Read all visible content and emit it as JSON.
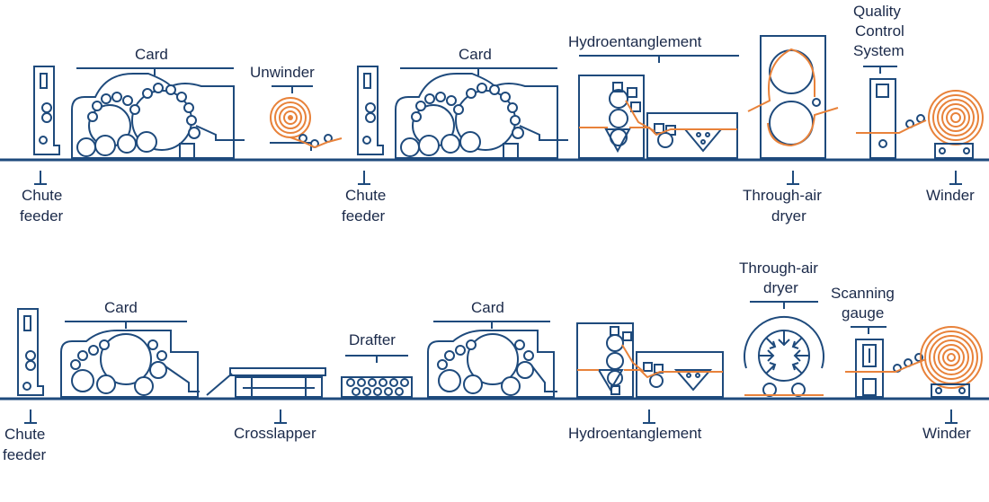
{
  "colors": {
    "line": "#1e4a7c",
    "accent": "#e8823a",
    "text": "#1b2a4a",
    "background": "#ffffff"
  },
  "row1": {
    "chute_feeder_a": [
      "Chute",
      "feeder"
    ],
    "card_a": "Card",
    "unwinder": "Unwinder",
    "chute_feeder_b": [
      "Chute",
      "feeder"
    ],
    "card_b": "Card",
    "hydroentanglement": "Hydroentanglement",
    "through_air_dryer": [
      "Through-air",
      "dryer"
    ],
    "quality_control": [
      "Quality",
      "Control",
      "System"
    ],
    "winder": "Winder"
  },
  "row2": {
    "chute_feeder": [
      "Chute",
      "feeder"
    ],
    "card_a": "Card",
    "crosslapper": "Crosslapper",
    "drafter": "Drafter",
    "card_b": "Card",
    "hydroentanglement": "Hydroentanglement",
    "through_air_dryer": [
      "Through-air",
      "dryer"
    ],
    "scanning_gauge": [
      "Scanning",
      "gauge"
    ],
    "winder": "Winder"
  }
}
